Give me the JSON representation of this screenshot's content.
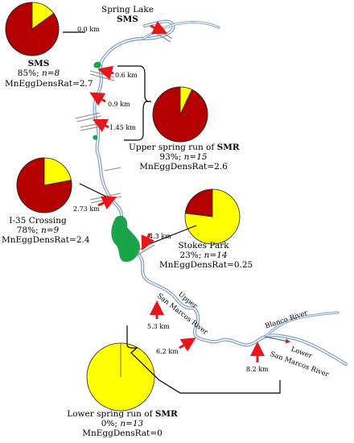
{
  "colors": {
    "red": "#b50000",
    "yellow": "#ffff00",
    "river": "#7e9ec9",
    "green": "#1aa54b",
    "arrow": "#e8151a"
  },
  "sites": {
    "sms": {
      "header": "Spring Lake",
      "header_bold": "SMS",
      "name": "SMS",
      "pct": "85%; ",
      "n": "n=8",
      "rate": "MnEggDensRat=2.7"
    },
    "upper": {
      "name_prefix": "Upper spring run of ",
      "name_bold": "SMR",
      "pct": "93%; ",
      "n": "n=15",
      "rate": "MnEggDensRat=2.6"
    },
    "i35": {
      "name": "I-35 Crossing",
      "pct": "78%; ",
      "n": "n=9",
      "rate": "MnEggDensRat=2.4"
    },
    "stokes": {
      "name": "Stokes Park",
      "pct": "23%; ",
      "n": "n=14",
      "rate": "MnEggDensRat=0.25"
    },
    "lower": {
      "name_prefix": "Lower spring run of ",
      "name_bold": "SMR",
      "pct": "0%; ",
      "n": "n=13",
      "rate": "MnEggDensRat=0"
    }
  },
  "pie_fractions": {
    "sms": 0.85,
    "upper": 0.93,
    "i35": 0.78,
    "stokes": 0.23,
    "lower": 0.0
  },
  "distances": [
    "0.0 km",
    "0.6 km",
    "0.9 km",
    "1.45 km",
    "2.73 km",
    "4.3 km",
    "5.3 km",
    "6.2 km",
    "8.2 km"
  ],
  "rivers": {
    "upper_line1": "Upper",
    "upper_line2": "San Marcos River",
    "blanco": "Blanco River",
    "lower_line1": "Lower",
    "lower_line2": "San Marcos River"
  }
}
